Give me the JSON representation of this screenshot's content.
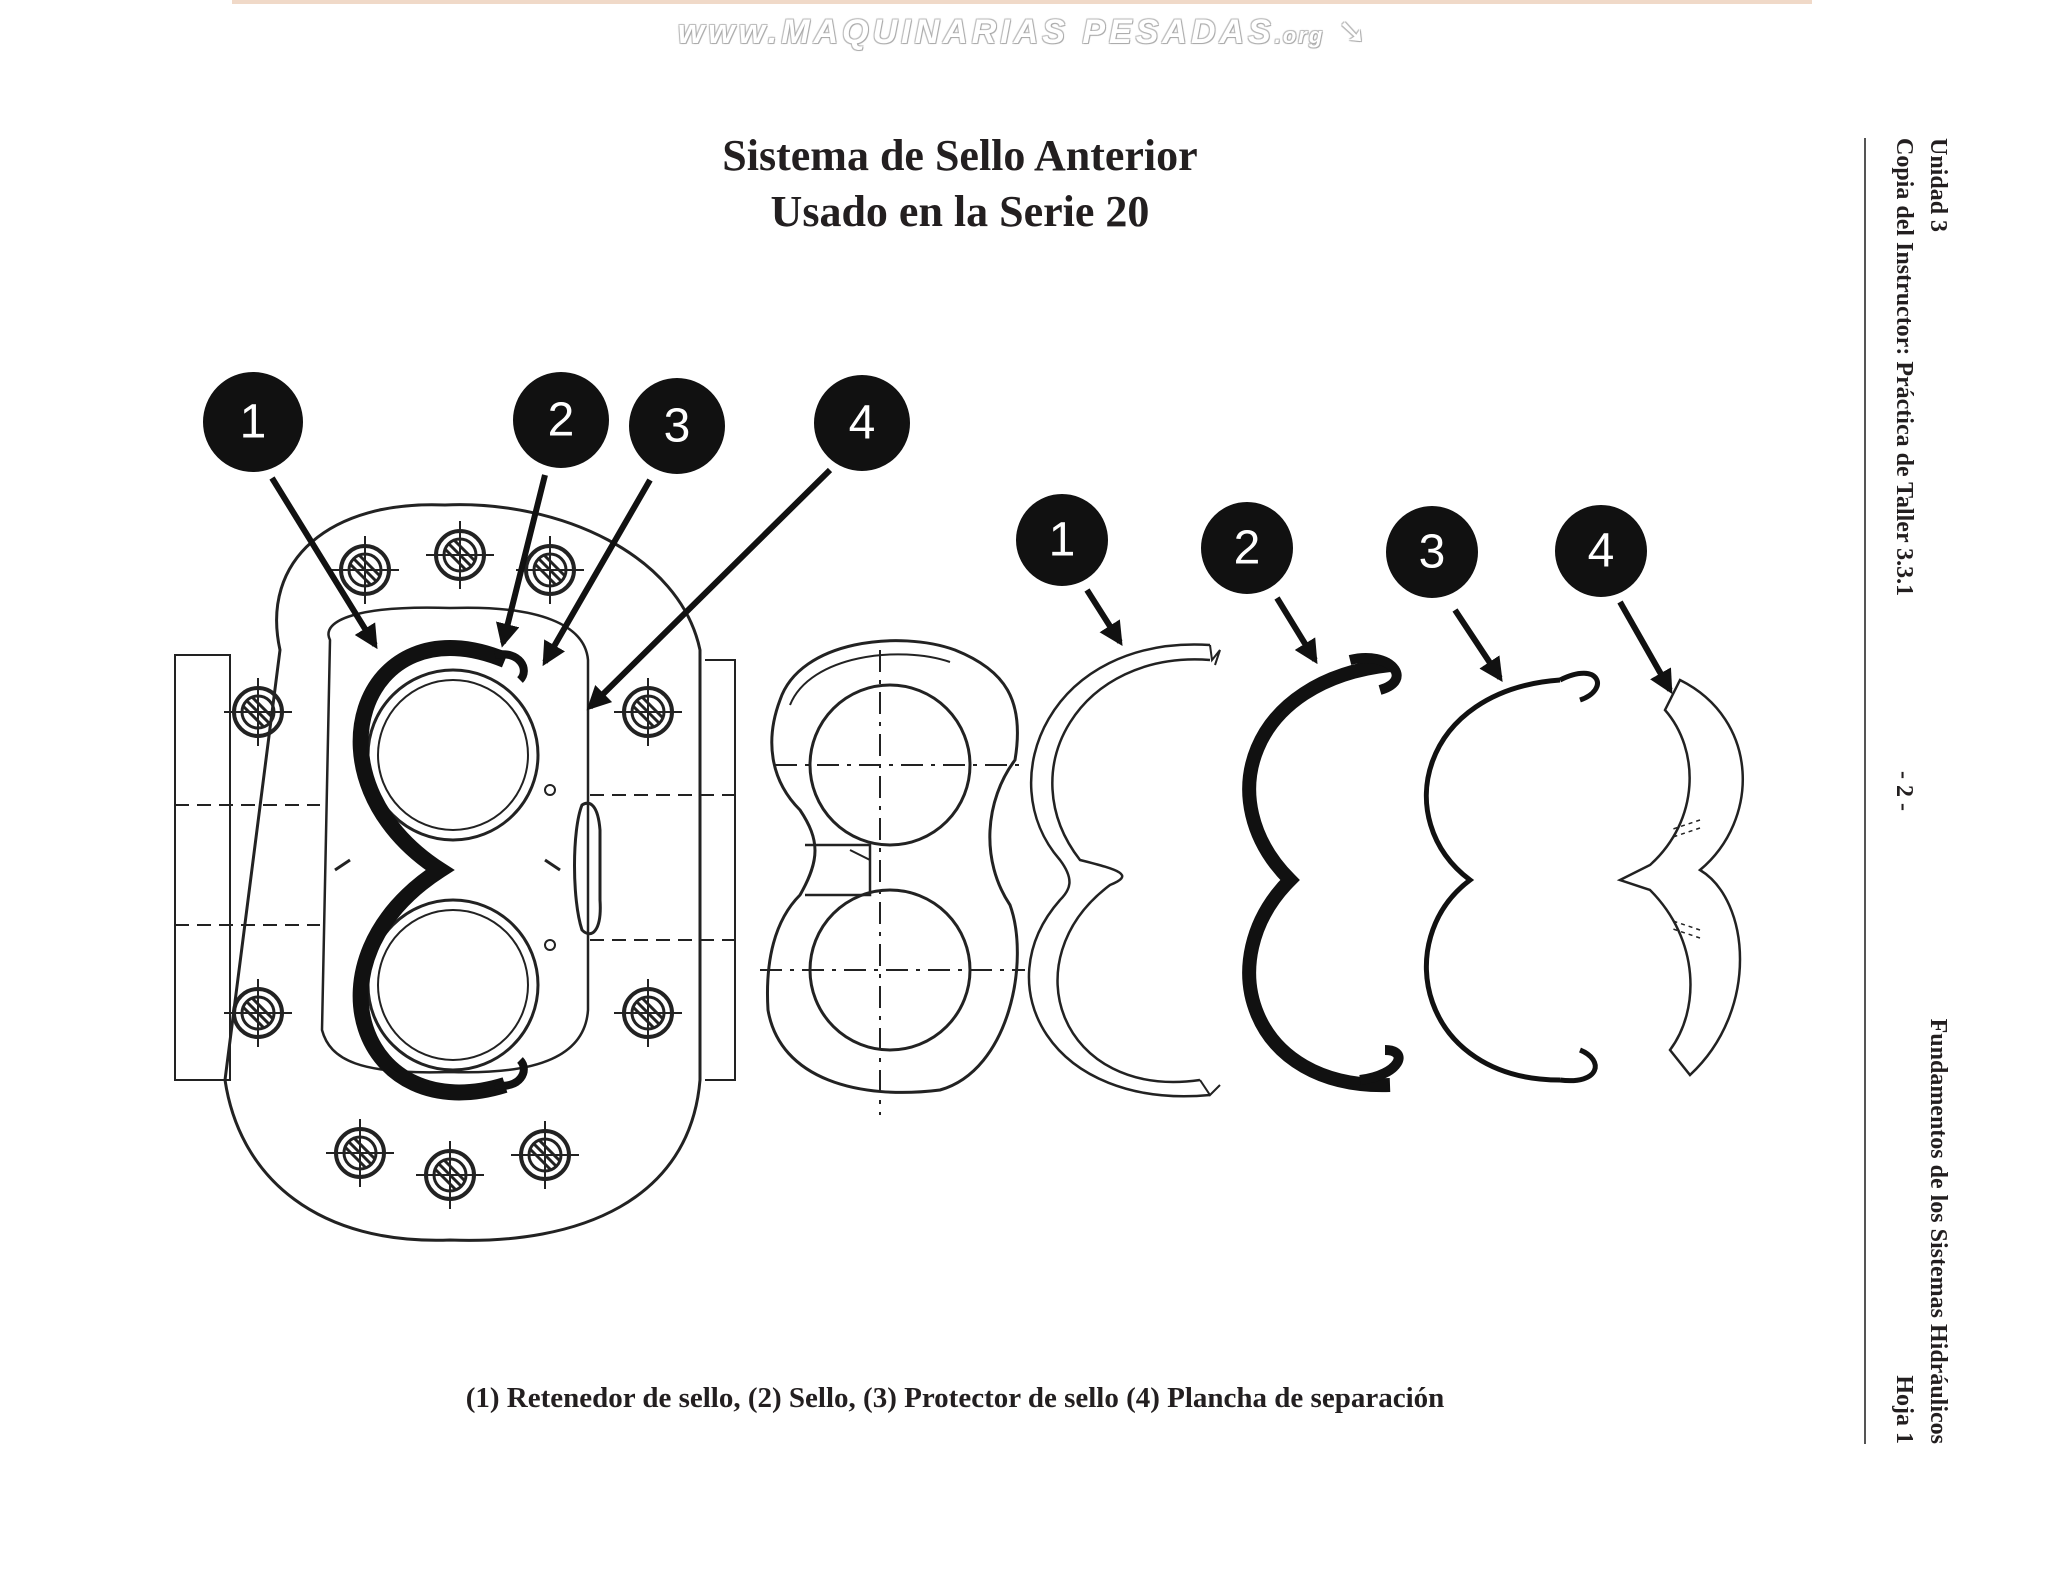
{
  "watermark": {
    "main": "www.MAQUINARIAS PESADAS",
    "suffix": ".org"
  },
  "title": {
    "line1": "Sistema de Sello Anterior",
    "line2": "Usado en la Serie 20"
  },
  "caption": "(1) Retenedor de sello, (2) Sello, (3) Protector de sello (4) Plancha de separación",
  "sidebar": {
    "unit": "Unidad 3",
    "copy": "Copia del Instructor: Práctica de Taller 3.3.1",
    "page": "- 2 -",
    "course": "Fundamentos de los Sistemas Hidráulicos",
    "sheet": "Hoja 1"
  },
  "callouts": [
    "1",
    "2",
    "3",
    "4",
    "1",
    "2",
    "3",
    "4"
  ]
}
